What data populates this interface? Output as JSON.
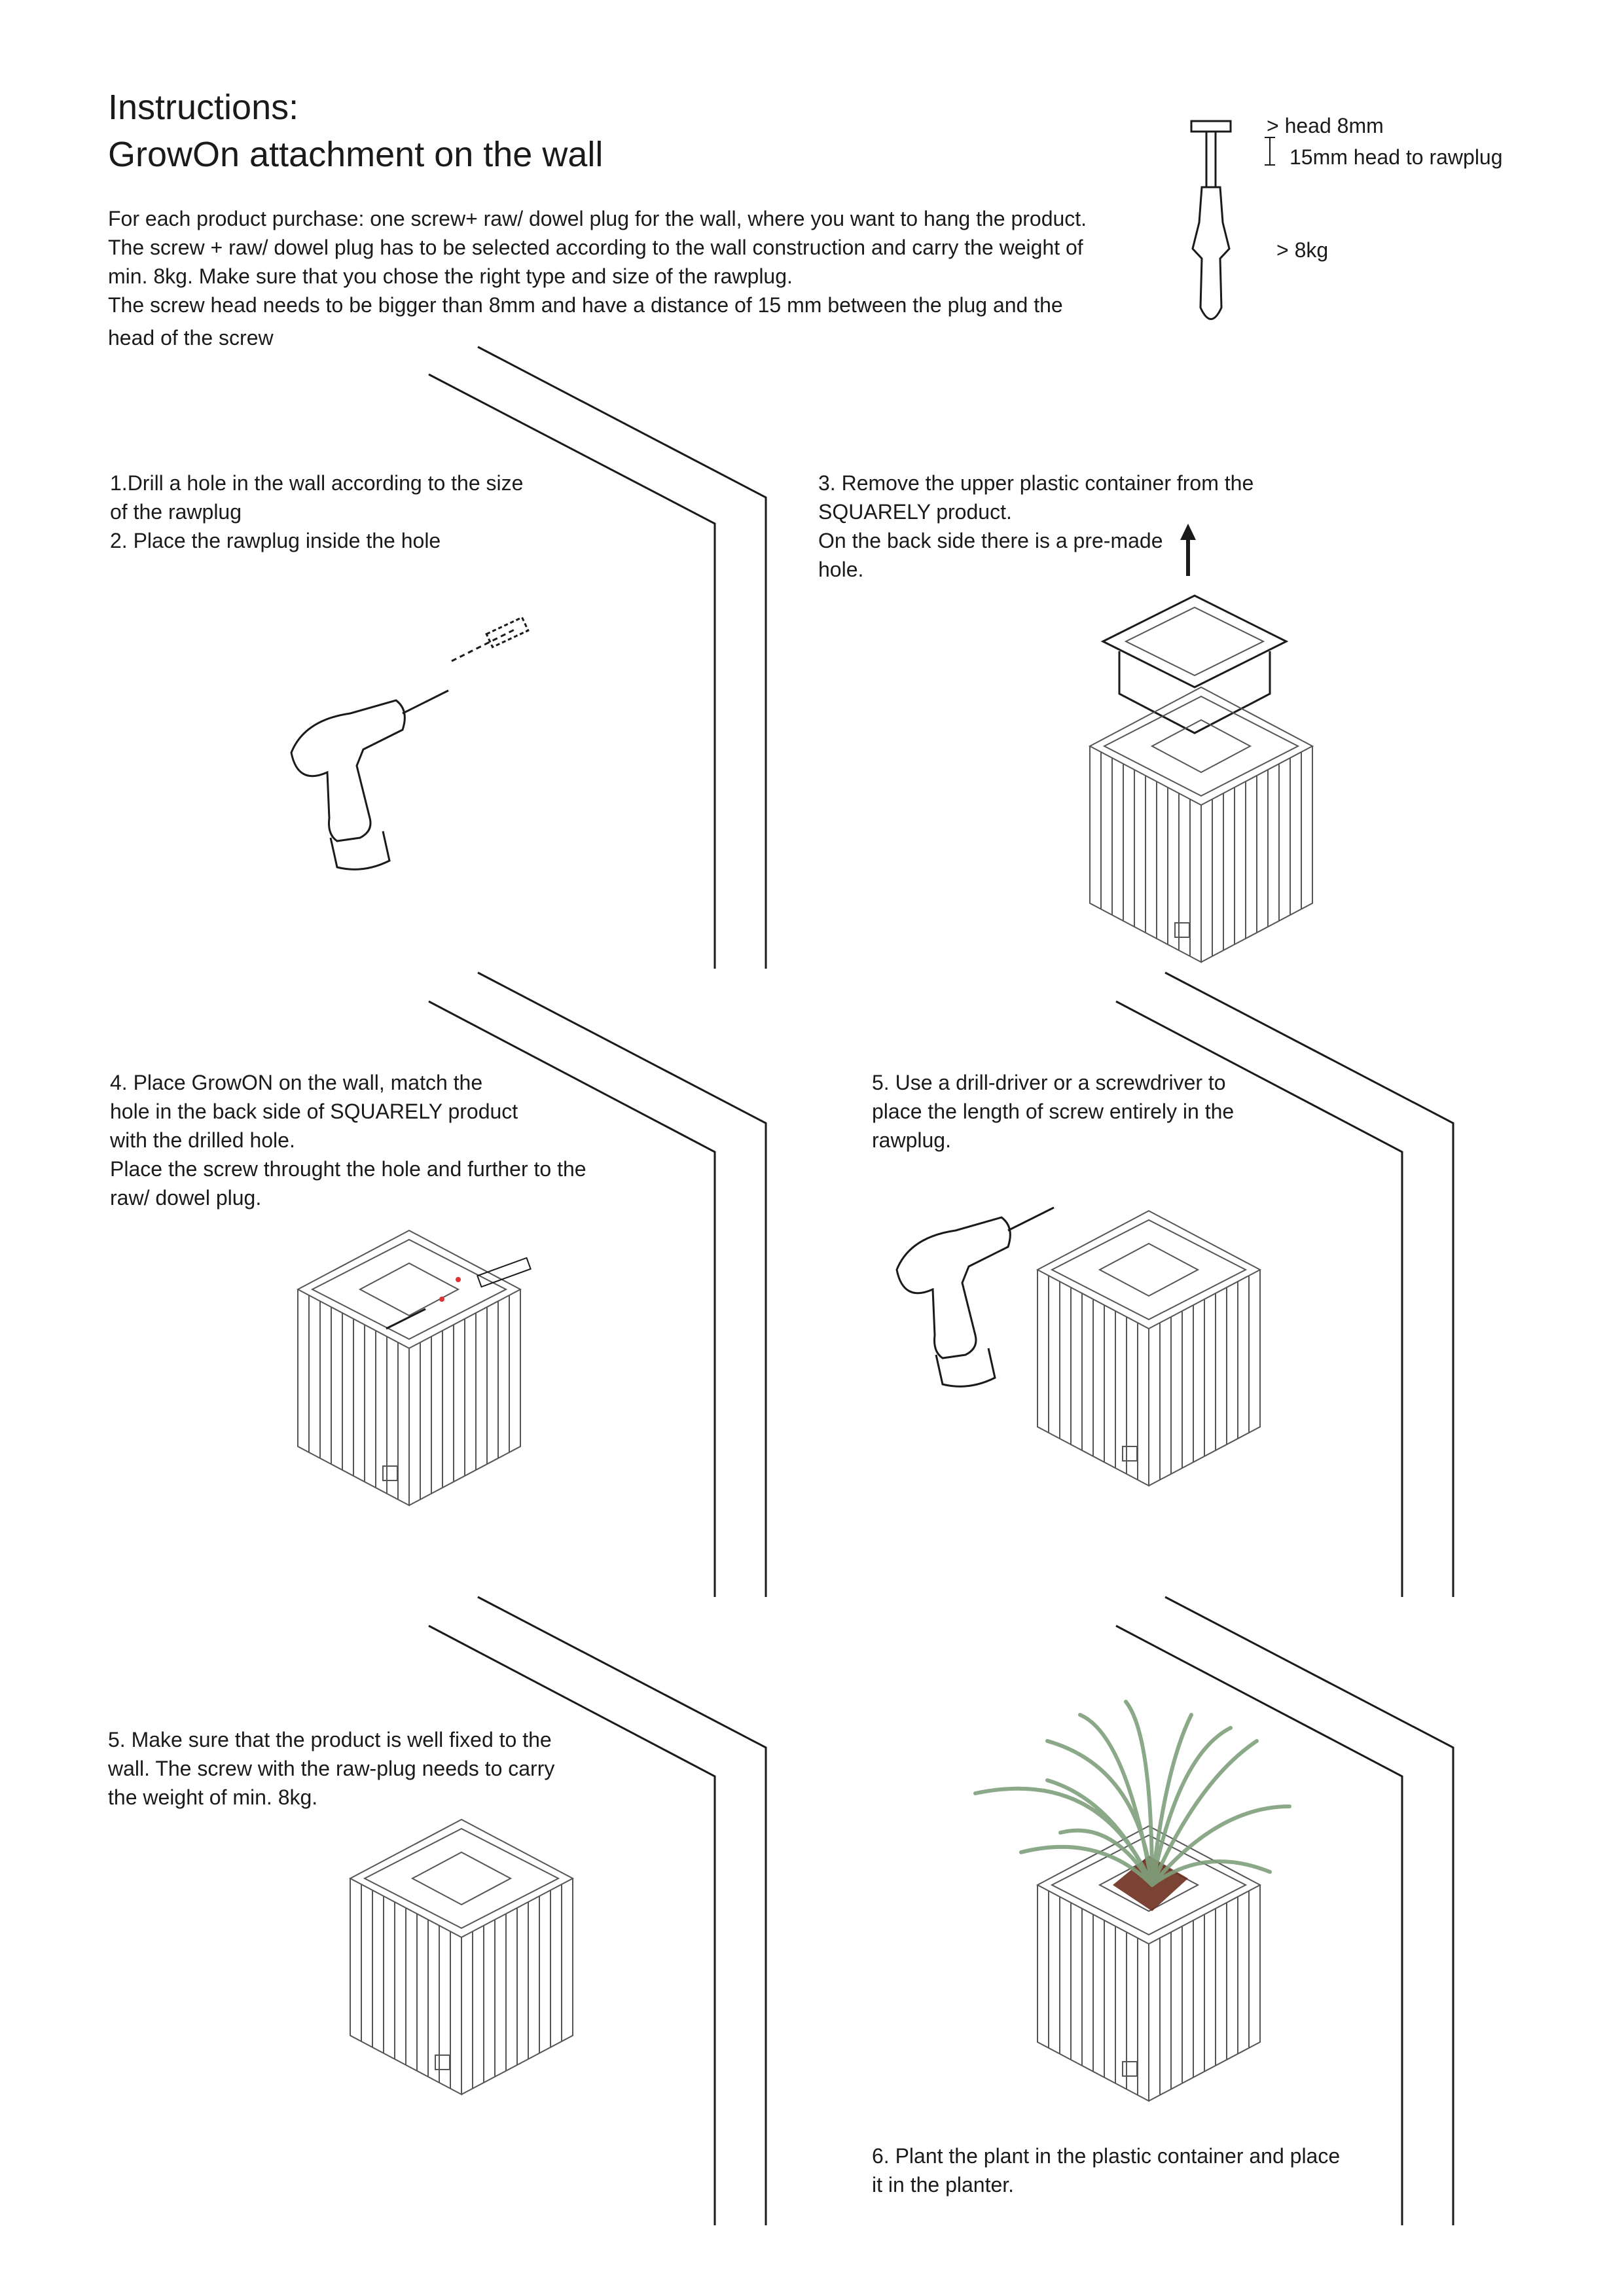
{
  "header": {
    "title_line1": "Instructions:",
    "title_line2": "GrowOn attachment on the wall"
  },
  "intro": [
    "For each product purchase: one screw+ raw/ dowel plug for the wall, where you want to hang the product.",
    "The screw + raw/ dowel plug has to be selected according to the wall construction and carry the weight of",
    "min. 8kg.  Make sure that you chose the right type and size of the rawplug.",
    "The screw head needs to be bigger than 8mm and have a distance of 15 mm between the plug and the",
    "head of the screw"
  ],
  "screw_spec": {
    "head": "> head 8mm",
    "distance": "15mm head to rawplug",
    "weight": ">  8kg"
  },
  "steps": {
    "s1": [
      "1.Drill a hole in the wall according to the size",
      "of the rawplug",
      "2. Place the rawplug inside the hole"
    ],
    "s3": [
      "3. Remove the upper plastic container from the",
      "SQUARELY product.",
      "On the back side there is a pre-made",
      "hole."
    ],
    "s4": [
      "4. Place GrowON on the wall, match the",
      "hole in the back side of SQUARELY product",
      "with the drilled hole.",
      "Place the screw throught the hole and further to the",
      "raw/ dowel plug."
    ],
    "s5a": [
      "5. Use a drill-driver or a screwdriver to",
      "place the length of screw entirely in the",
      "rawplug."
    ],
    "s5b": [
      "5. Make sure that the product is well fixed to the",
      "wall. The screw with the raw-plug needs to carry",
      "the weight of min. 8kg."
    ],
    "s6": [
      "6. Plant the plant in the plastic container and place",
      "it in the planter."
    ]
  },
  "colors": {
    "ink": "#1a1a1a",
    "plant": "#7fa07c",
    "soil": "#6b2f1e",
    "accent_red": "#d33"
  }
}
